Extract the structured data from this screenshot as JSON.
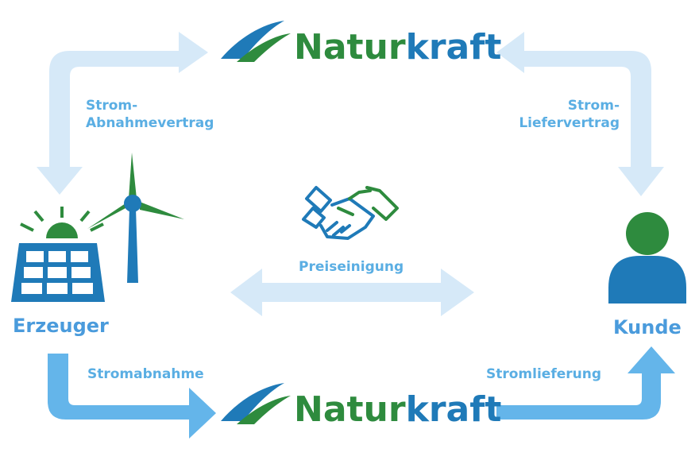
{
  "brand": {
    "part_green": "Natur",
    "part_blue": "kraft"
  },
  "labels": {
    "strom_abnahmevertrag_1": "Strom-",
    "strom_abnahmevertrag_2": "Abnahmevertrag",
    "strom_liefervertrag_1": "Strom-",
    "strom_liefervertrag_2": "Liefervertrag",
    "preiseinigung": "Preiseinigung",
    "erzeuger": "Erzeuger",
    "kunde": "Kunde",
    "stromabnahme": "Stromabnahme",
    "stromlieferung": "Stromlieferung"
  },
  "colors": {
    "arrow_light": "#d6e9f8",
    "arrow_mid": "#64b5ea",
    "blue_dark": "#1f7ab8",
    "green": "#2e8b3e"
  }
}
